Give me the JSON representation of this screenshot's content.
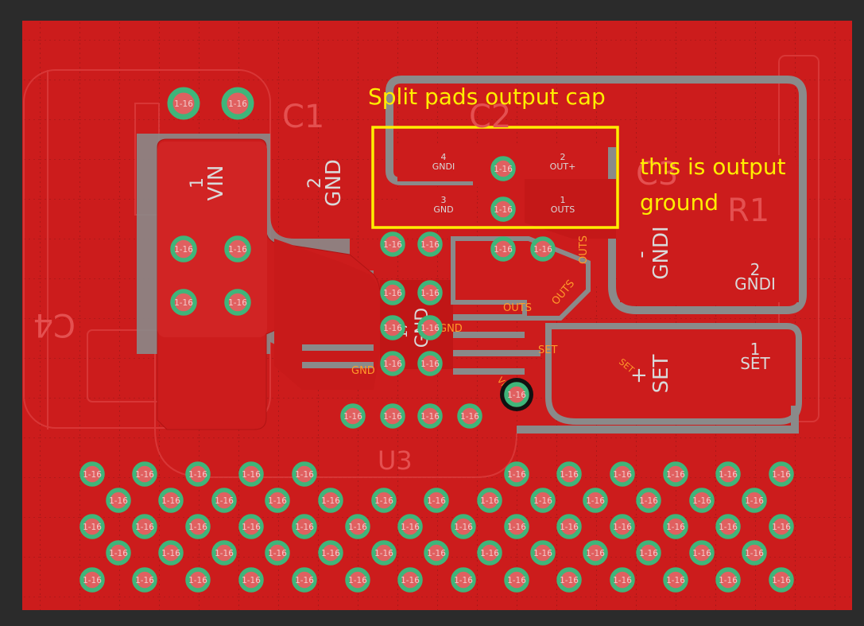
{
  "colors": {
    "background": "#2b2b2b",
    "board": "#cc1c1c",
    "copper_light": "#d83a3a",
    "keepout_gray": "#8a8a8a",
    "via_ring": "#3fb57a",
    "via_drill": "#e06060",
    "annotation": "#ffee00",
    "silk": "#d9d9d9",
    "net_label": "#ff9a2a"
  },
  "via_label": "1-16",
  "annotations": {
    "title": "Split pads output cap",
    "note_line1": "this is output",
    "note_line2": "ground"
  },
  "refdes": {
    "c1": "C1",
    "c2": "C2",
    "c3": "C3",
    "c4": "C4",
    "r1": "R1",
    "u3": "U3"
  },
  "pads": {
    "vin_num": "1",
    "vin_name": "VIN",
    "gnd_num": "2",
    "gnd_name": "GND",
    "cap_gndi4_num": "4",
    "cap_gndi4_name": "GNDI",
    "cap_outp_num": "2",
    "cap_outp_name": "OUT+",
    "cap_gnd3_num": "3",
    "cap_gnd3_name": "GND",
    "cap_outs1_num": "1",
    "cap_outs1_name": "OUTS",
    "gndi_left": "GNDI",
    "gndi_minus": "-",
    "r1_gndi_num": "2",
    "r1_gndi_name": "GNDI",
    "set_big": "SET",
    "set_plus": "+",
    "r1_set_num": "1",
    "r1_set_name": "SET",
    "u3_gnd": "GND",
    "u3_gnd_num": "17"
  },
  "nets": {
    "outs_a": "OUTS",
    "outs_b": "OUTS",
    "outs_c": "OUTS",
    "gnd_right": "GND",
    "set_pin": "SET",
    "set_diag": "SET",
    "gnd_left": "GND",
    "vin": "VIN"
  }
}
